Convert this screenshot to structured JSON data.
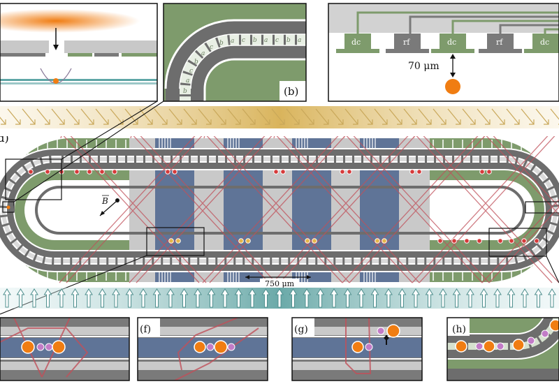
{
  "panels": {
    "b": {
      "label": "(b)",
      "segment_letters": [
        "a",
        "b",
        "c",
        "a",
        "b",
        "c",
        "a",
        "b",
        "c",
        "a",
        "b",
        "c",
        "a",
        "b"
      ]
    },
    "c": {
      "electrodes": [
        "dc",
        "rf",
        "dc",
        "rf",
        "dc"
      ],
      "distance": "70 μm"
    },
    "d": {
      "label": "(d)",
      "scale": "750 μm",
      "field_label": "B"
    },
    "f": {
      "label": "(f)"
    },
    "g": {
      "label": "(g)"
    },
    "h": {
      "label": "(h)"
    }
  },
  "colors": {
    "green": "#7e9b6c",
    "gray": "#7a7a7a",
    "light_gray": "#c8c8c8",
    "blue": "#5f7497",
    "orange": "#f07d12",
    "red_ion": "#d63a3a",
    "purple_ion": "#c27cc7",
    "beam_red": "#c0505a",
    "gold": "#d8b45a",
    "teal": "#5fa6a6"
  }
}
